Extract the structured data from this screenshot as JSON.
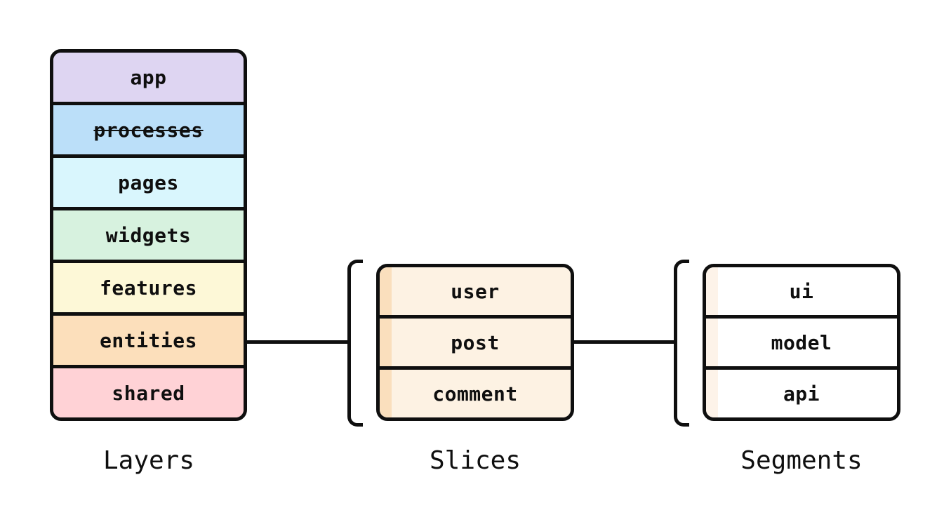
{
  "layers": {
    "caption": "Layers",
    "rows": [
      {
        "label": "app",
        "color": "#ded5f2"
      },
      {
        "label": "processes",
        "color": "#bbdff9",
        "deprecated": true
      },
      {
        "label": "pages",
        "color": "#d9f6fd"
      },
      {
        "label": "widgets",
        "color": "#d7f2df"
      },
      {
        "label": "features",
        "color": "#fdf8d7"
      },
      {
        "label": "entities",
        "color": "#fcdfbb"
      },
      {
        "label": "shared",
        "color": "#ffd2d6"
      }
    ]
  },
  "slices": {
    "caption": "Slices",
    "stripe_color": "#fadfbd",
    "fill_color": "#fdf2e3",
    "rows": [
      {
        "label": "user"
      },
      {
        "label": "post"
      },
      {
        "label": "comment"
      }
    ]
  },
  "segments": {
    "caption": "Segments",
    "stripe_color": "#fdf3e9",
    "fill_color": "#ffffff",
    "rows": [
      {
        "label": "ui"
      },
      {
        "label": "model"
      },
      {
        "label": "api"
      }
    ]
  },
  "style": {
    "outline_color": "#0f0f0f",
    "text_color": "#0f0f0f",
    "background_color": "#ffffff"
  }
}
